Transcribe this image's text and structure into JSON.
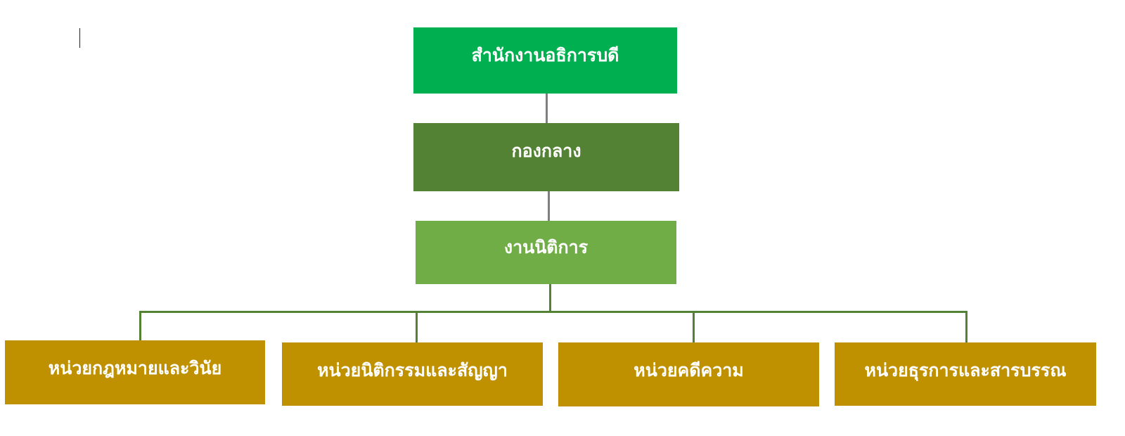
{
  "chart": {
    "top": {
      "label": "สำนักงานอธิการบดี",
      "color": "#00b050"
    },
    "division": {
      "label": "กองกลาง",
      "color": "#548235"
    },
    "section": {
      "label": "งานนิติการ",
      "color": "#70ad47"
    },
    "units": [
      {
        "label": "หน่วยกฎหมายและวินัย"
      },
      {
        "label": "หน่วยนิติกรรมและสัญญา"
      },
      {
        "label": "หน่วยคดีความ"
      },
      {
        "label": "หน่วยธุรการและสารบรรณ"
      }
    ],
    "unit_color": "#bf9000"
  }
}
